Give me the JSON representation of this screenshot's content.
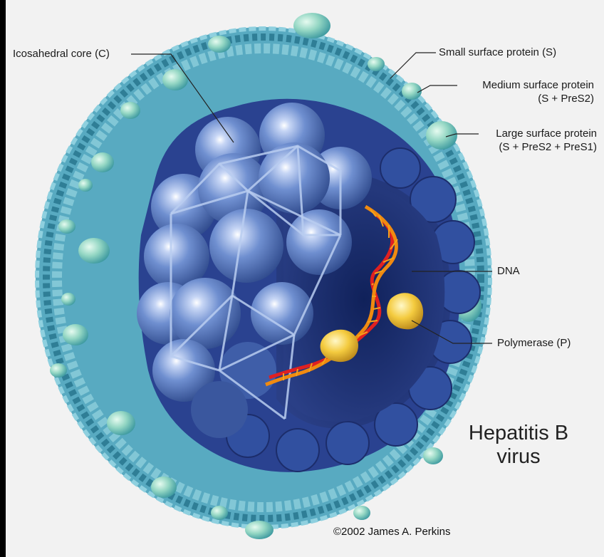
{
  "labels": {
    "core": "Icosahedral core (C)",
    "small_surface": "Small surface protein (S)",
    "medium_surface_line1": "Medium surface protein",
    "medium_surface_line2": "(S + PreS2)",
    "large_surface_line1": "Large surface protein",
    "large_surface_line2": "(S + PreS2 + PreS1)",
    "dna": "DNA",
    "polymerase": "Polymerase (P)"
  },
  "title_line1": "Hepatitis B",
  "title_line2": "virus",
  "credit": "©2002 James A. Perkins",
  "colors": {
    "background": "#f2f2f2",
    "envelope": "#5fb3c8",
    "core": "#4a6fb5",
    "inner": "#1c2d6b",
    "dna_strand_a": "#e02020",
    "dna_strand_b": "#f08a10",
    "polymerase": "#f2c53a"
  }
}
